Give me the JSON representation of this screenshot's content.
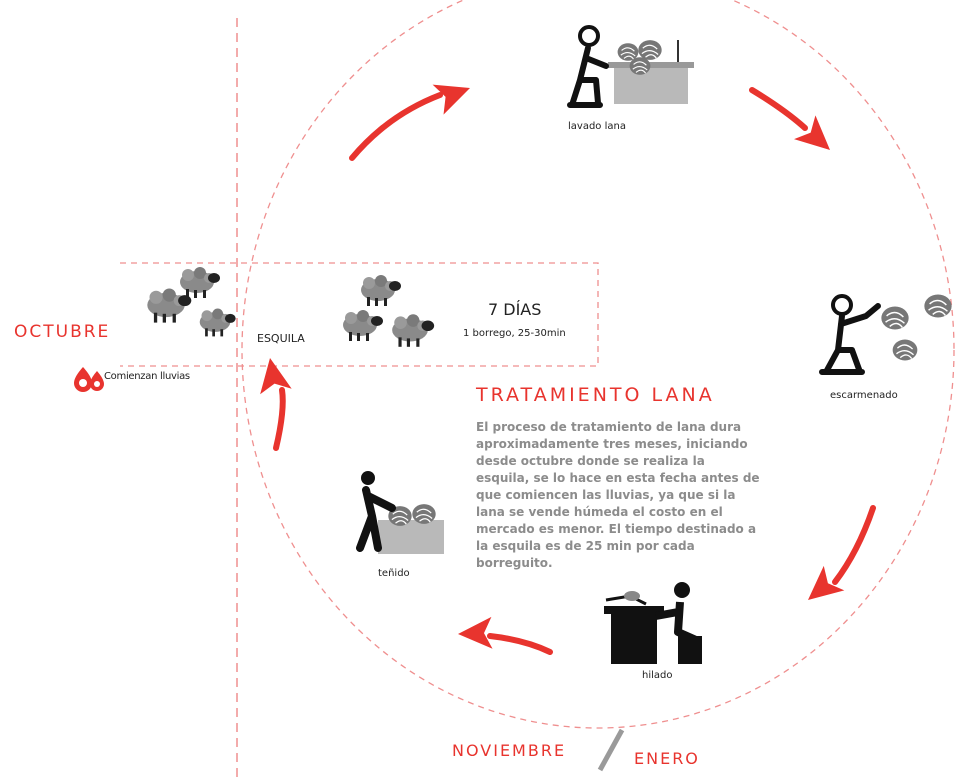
{
  "months": {
    "octubre": "OCTUBRE",
    "noviembre": "NOVIEMBRE",
    "enero": "ENERO"
  },
  "rain_note": "Comienzan lluvias",
  "shearing": {
    "label": "ESQUILA",
    "duration": "7 DÍAS",
    "rate": "1 borrego, 25-30min"
  },
  "steps": [
    {
      "label": "lavado lana",
      "icon": "washing-wool-icon"
    },
    {
      "label": "escarmenado",
      "icon": "carding-wool-icon"
    },
    {
      "label": "hilado",
      "icon": "spinning-icon"
    },
    {
      "label": "teñido",
      "icon": "dyeing-icon"
    }
  ],
  "treatment": {
    "title": "TRATAMIENTO LANA",
    "lines": [
      "El proceso de tratamiento de lana dura",
      "aproximadamente tres meses, iniciando",
      "desde octubre donde se realiza la",
      "esquila, se lo hace en esta fecha antes de",
      "que comiencen las lluvias, ya que si la",
      "lana se vende húmeda el costo en el",
      "mercado es menor. El tiempo destinado a",
      "la esquila es de 25 min por cada",
      "borreguito."
    ]
  },
  "colors": {
    "accent": "#e8342e",
    "dashed": "#ef8f8f",
    "text_grey": "#8c8c8c"
  }
}
